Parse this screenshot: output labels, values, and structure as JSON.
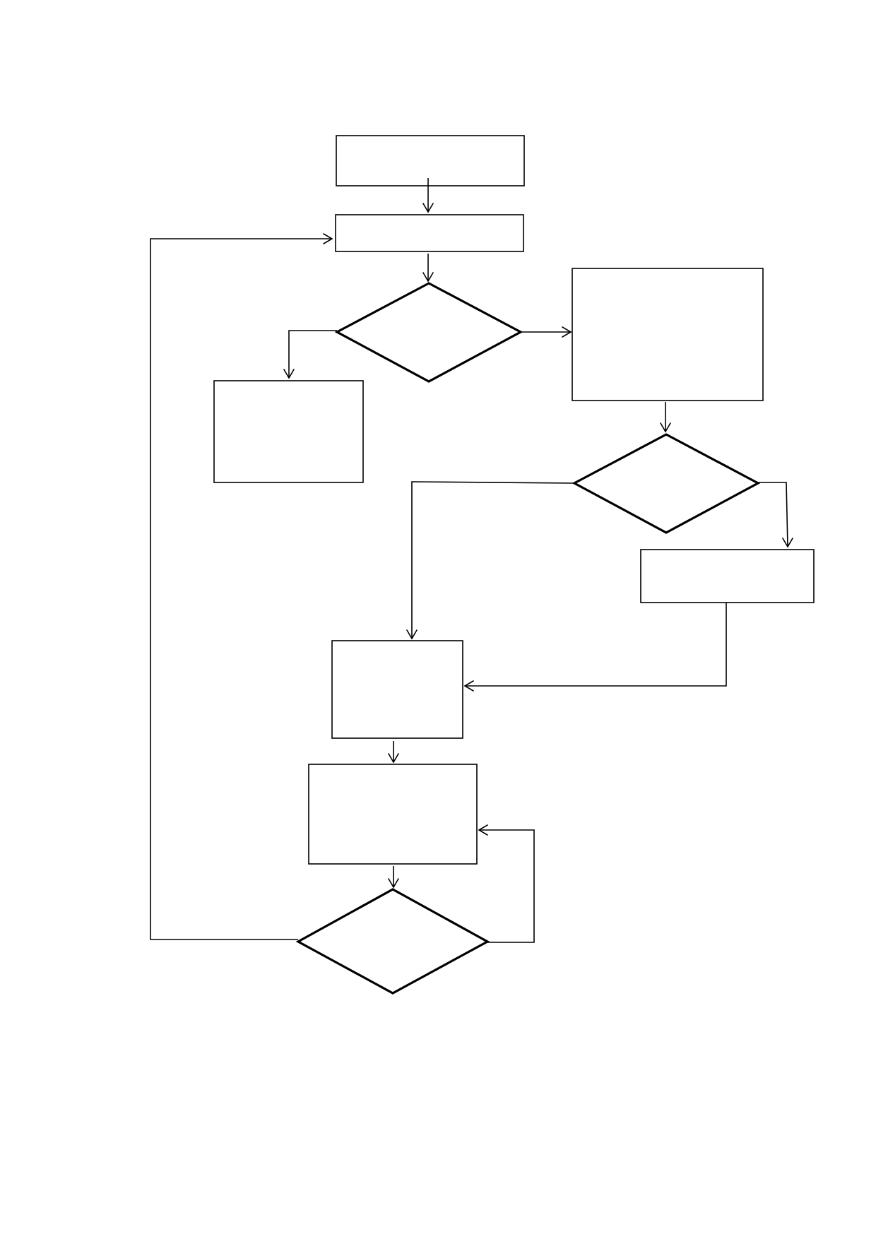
{
  "diagram": {
    "type": "flowchart",
    "background_color": "#ffffff",
    "stroke_color": "#000000",
    "nodes": [
      {
        "id": "process-1",
        "shape": "rectangle",
        "label": ""
      },
      {
        "id": "process-2",
        "shape": "rectangle",
        "label": ""
      },
      {
        "id": "decision-1",
        "shape": "diamond",
        "label": ""
      },
      {
        "id": "process-3",
        "shape": "rectangle",
        "label": ""
      },
      {
        "id": "process-4",
        "shape": "rectangle",
        "label": ""
      },
      {
        "id": "decision-2",
        "shape": "diamond",
        "label": ""
      },
      {
        "id": "process-5",
        "shape": "rectangle",
        "label": ""
      },
      {
        "id": "process-6",
        "shape": "rectangle",
        "label": ""
      },
      {
        "id": "process-7",
        "shape": "rectangle",
        "label": ""
      },
      {
        "id": "decision-3",
        "shape": "diamond",
        "label": ""
      }
    ],
    "edges": [
      {
        "from": "process-1",
        "to": "process-2",
        "label": ""
      },
      {
        "from": "process-2",
        "to": "decision-1",
        "label": ""
      },
      {
        "from": "decision-1",
        "to": "process-3",
        "label": ""
      },
      {
        "from": "decision-1",
        "to": "process-4",
        "label": ""
      },
      {
        "from": "process-4",
        "to": "decision-2",
        "label": ""
      },
      {
        "from": "decision-2",
        "to": "process-6",
        "label": ""
      },
      {
        "from": "decision-2",
        "to": "process-5",
        "label": ""
      },
      {
        "from": "process-5",
        "to": "process-6",
        "label": ""
      },
      {
        "from": "process-6",
        "to": "process-7",
        "label": ""
      },
      {
        "from": "process-7",
        "to": "decision-3",
        "label": ""
      },
      {
        "from": "decision-3",
        "to": "process-7",
        "label": ""
      },
      {
        "from": "decision-3",
        "to": "process-2",
        "label": ""
      }
    ]
  }
}
